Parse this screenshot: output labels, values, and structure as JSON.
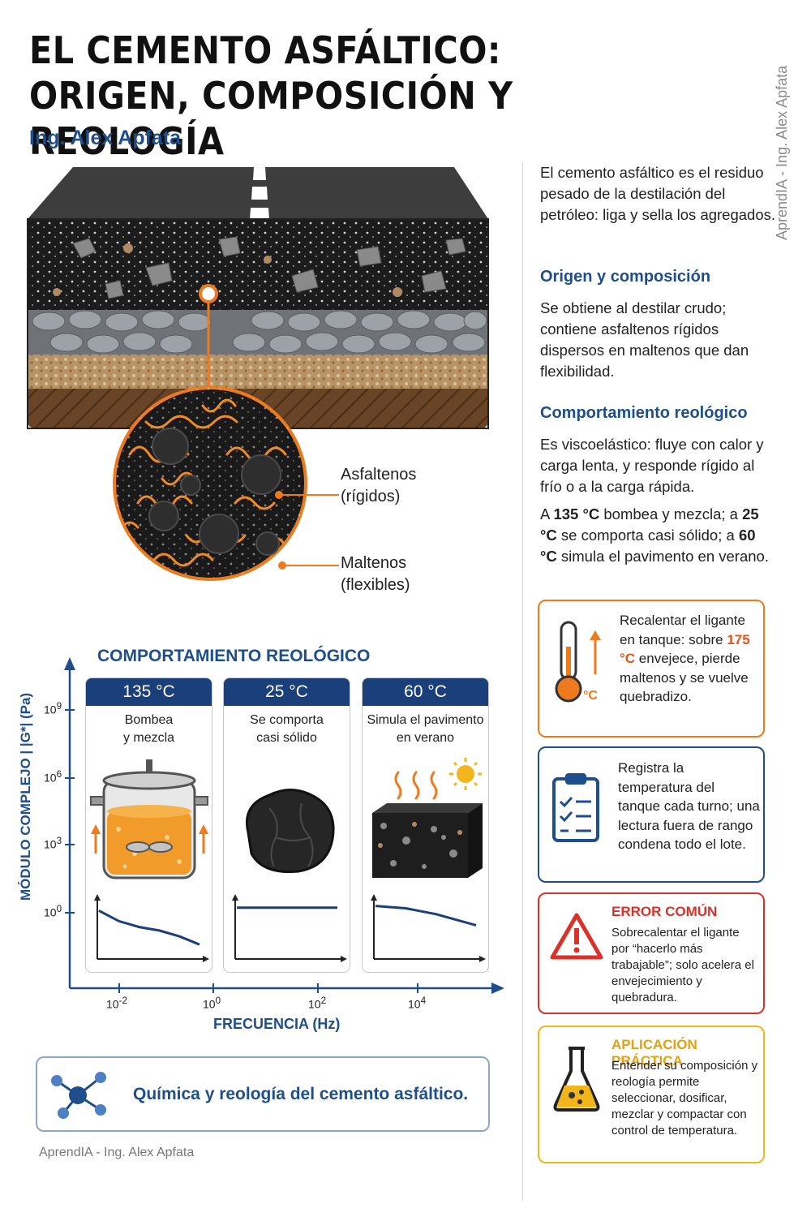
{
  "header": {
    "title_line1": "EL CEMENTO ASFÁLTICO:",
    "title_line2": "ORIGEN, COMPOSICIÓN Y REOLOGÍA",
    "author": "Ing. Alex Apfata",
    "side_watermark": "AprendIA - Ing. Alex Apfata"
  },
  "illustration": {
    "asfaltenos_label": "Asfaltenos",
    "asfaltenos_sub": "(rígidos)",
    "maltenos_label": "Maltenos",
    "maltenos_sub": "(flexibles)"
  },
  "intro": {
    "text": "El cemento asfáltico es el residuo pesado de la destilación del petróleo: liga y sella los agregados."
  },
  "origin": {
    "heading": "Origen y composición",
    "text": "Se obtiene al destilar crudo; contiene asfaltenos rígidos dispersos en maltenos que dan flexibilidad."
  },
  "rheology": {
    "heading": "Comportamiento reológico",
    "text": "Es viscoelástico: fluye con calor y carga lenta, y responde rígido al frío o a la carga rápida.",
    "temps": {
      "p1": "A ",
      "t1": "135 °C",
      "p2": " bombea y mezcla; a ",
      "t2": "25 °C",
      "p3": " se comporta casi sólido; a ",
      "t3": "60 °C",
      "p4": " simula el pavimento en verano."
    }
  },
  "cards": {
    "heat": {
      "pre": "Recalentar el ligante en tanque: sobre ",
      "temp": "175 °C",
      "post": " envejece, pierde maltenos y se vuelve quebradizo.",
      "unit_icon": "°C"
    },
    "log": {
      "text": "Registra la temperatura del tanque cada turno; una lectura fuera de rango condena todo el lote."
    },
    "error": {
      "heading": "ERROR COMÚN",
      "text": "Sobrecalentar el ligante por “hacerlo más trabajable”; solo acelera el envejecimiento y quebradura."
    },
    "app": {
      "heading": "APLICACIÓN PRÁCTICA",
      "text": "Entender su composición y reología permite seleccionar, dosificar, mezclar y compactar con control de temperatura."
    },
    "colors": {
      "heat": "#ee7a1e",
      "log": "#1f4e8c",
      "error": "#d8322b",
      "app": "#f2b51c"
    }
  },
  "chart": {
    "title": "COMPORTAMIENTO REOLÓGICO",
    "ylabel": "MÓDULO COMPLEJO | |G*| (Pa)",
    "xlabel": "FRECUENCIA (Hz)",
    "yticks": [
      {
        "base": "10",
        "exp": "9"
      },
      {
        "base": "10",
        "exp": "6"
      },
      {
        "base": "10",
        "exp": "3"
      },
      {
        "base": "10",
        "exp": "0"
      }
    ],
    "xticks": [
      {
        "base": "10",
        "exp": "-2"
      },
      {
        "base": "10",
        "exp": "0"
      },
      {
        "base": "10",
        "exp": "2"
      },
      {
        "base": "10",
        "exp": "4"
      }
    ],
    "panels": [
      {
        "temp": "135 °C",
        "desc": "Bombea\ny mezcla"
      },
      {
        "temp": "25 °C",
        "desc": "Se comporta\ncasi sólido"
      },
      {
        "temp": "60 °C",
        "desc": "Simula el pavimento\nen verano"
      }
    ]
  },
  "chart_data": {
    "type": "line",
    "series": [
      {
        "name": "135 °C",
        "x": [
          0,
          0.2,
          0.4,
          0.6,
          0.8,
          1.0
        ],
        "y": [
          0.8,
          0.62,
          0.52,
          0.46,
          0.36,
          0.22
        ]
      },
      {
        "name": "25 °C",
        "x": [
          0,
          1.0
        ],
        "y": [
          0.85,
          0.85
        ]
      },
      {
        "name": "60 °C",
        "x": [
          0,
          0.3,
          0.6,
          1.0
        ],
        "y": [
          0.88,
          0.84,
          0.74,
          0.55
        ]
      }
    ]
  },
  "footer": {
    "banner": "Química y reología del cemento asfáltico.",
    "credit": "AprendIA - Ing. Alex Apfata"
  }
}
